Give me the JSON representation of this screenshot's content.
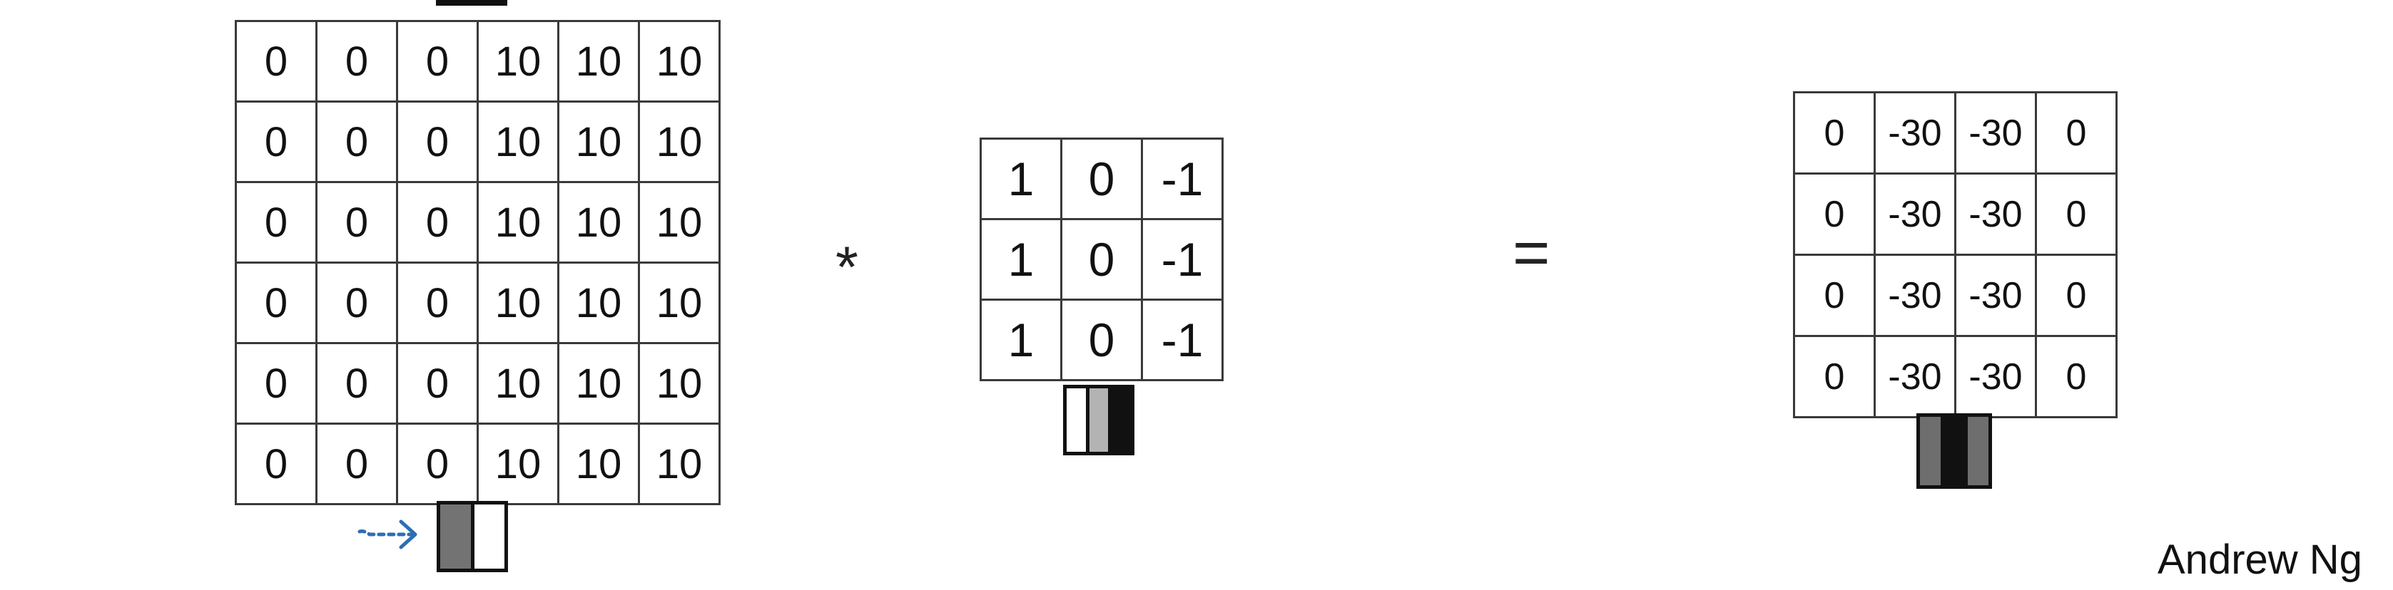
{
  "input_matrix": [
    [
      "0",
      "0",
      "0",
      "10",
      "10",
      "10"
    ],
    [
      "0",
      "0",
      "0",
      "10",
      "10",
      "10"
    ],
    [
      "0",
      "0",
      "0",
      "10",
      "10",
      "10"
    ],
    [
      "0",
      "0",
      "0",
      "10",
      "10",
      "10"
    ],
    [
      "0",
      "0",
      "0",
      "10",
      "10",
      "10"
    ],
    [
      "0",
      "0",
      "0",
      "10",
      "10",
      "10"
    ]
  ],
  "operator_convolve": "*",
  "filter_matrix": [
    [
      "1",
      "0",
      "-1"
    ],
    [
      "1",
      "0",
      "-1"
    ],
    [
      "1",
      "0",
      "-1"
    ]
  ],
  "operator_equals": "=",
  "output_matrix": [
    [
      "0",
      "-30",
      "-30",
      "0"
    ],
    [
      "0",
      "-30",
      "-30",
      "0"
    ],
    [
      "0",
      "-30",
      "-30",
      "0"
    ],
    [
      "0",
      "-30",
      "-30",
      "0"
    ]
  ],
  "swatches": {
    "input": [
      "#737373",
      "#ffffff"
    ],
    "filter": [
      "#ffffff",
      "#b3b3b3",
      "#111111"
    ],
    "output": [
      "#6e6e6e",
      "#111111",
      "#6e6e6e"
    ]
  },
  "arrow_color": "#2e6db4",
  "watermark": "Andrew Ng"
}
